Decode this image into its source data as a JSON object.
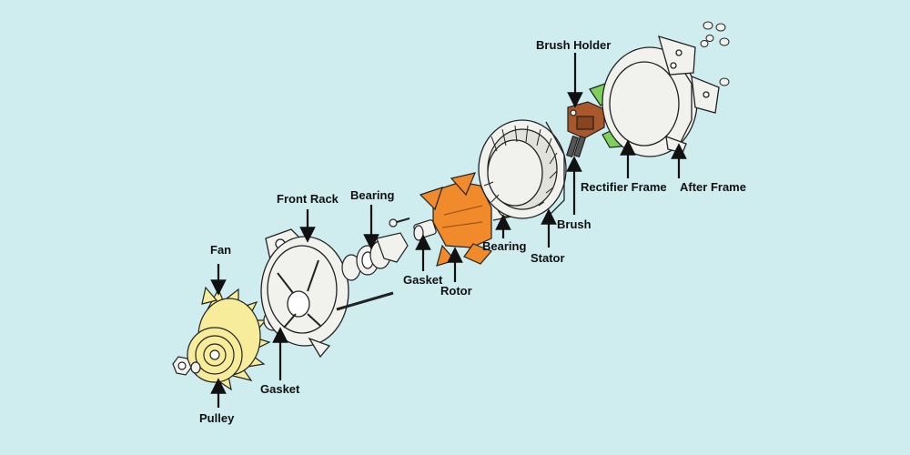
{
  "diagram": {
    "labels": {
      "fan": "Fan",
      "pulley": "Pulley",
      "gasket_front": "Gasket",
      "front_rack": "Front Rack",
      "bearing_front": "Bearing",
      "gasket_rotor": "Gasket",
      "rotor": "Rotor",
      "bearing_rear": "Bearing",
      "stator": "Stator",
      "brush_holder": "Brush Holder",
      "brush": "Brush",
      "rectifier_frame": "Rectifier Frame",
      "after_frame": "After Frame"
    },
    "colors": {
      "background": "#cfecef",
      "fan": "#f7ec9a",
      "rotor": "#f08a2a",
      "brush_holder": "#a8582a",
      "rectifier_frame": "#7fd05a",
      "metal": "#f1f1ee",
      "outline": "#222222"
    }
  }
}
